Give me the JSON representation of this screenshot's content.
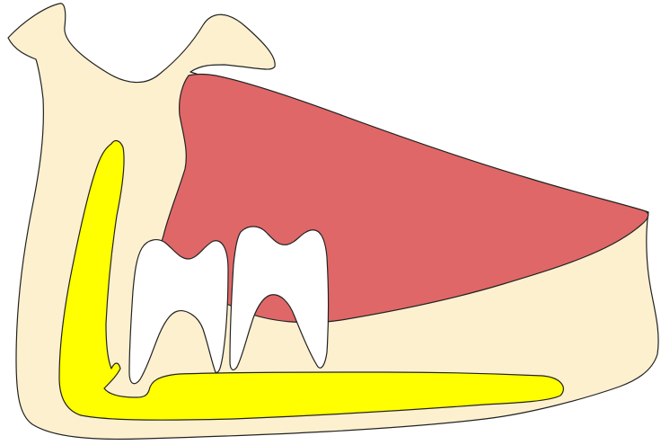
{
  "diagram": {
    "subject": "mandible-cross-section",
    "colors": {
      "background": "#ffffff",
      "bone": "#fdf0cf",
      "mandibular_canal": "#ffff00",
      "gingiva": "#e06767",
      "tooth": "#ffffff",
      "outline": "#222222"
    },
    "parts": [
      "bone",
      "mandibular-canal",
      "gingiva",
      "tooth-1",
      "tooth-2"
    ],
    "labels": []
  }
}
